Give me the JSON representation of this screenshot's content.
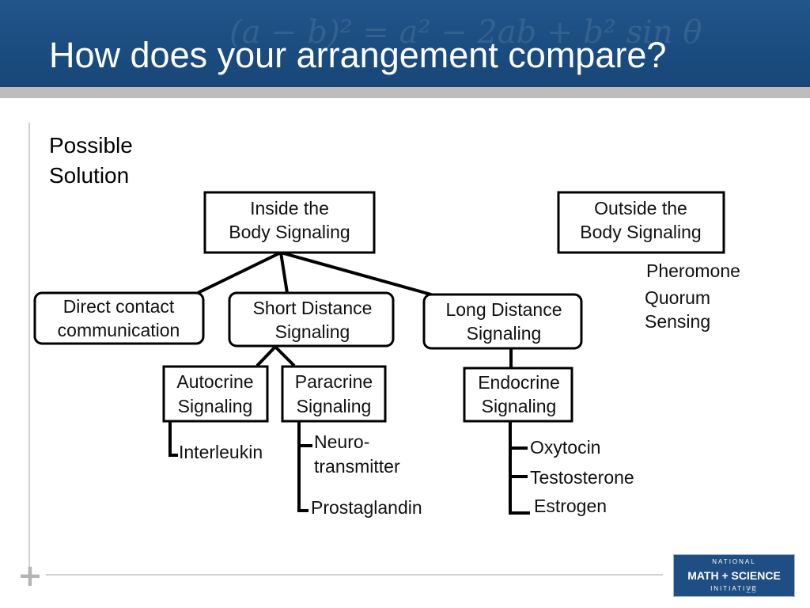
{
  "slide": {
    "title": "How does your arrangement compare?",
    "subtitle_lines": [
      "Possible",
      "Solution"
    ],
    "background_equation": "(a − b)² = a² − 2ab + b²   sin θ",
    "slide_number": "23"
  },
  "colors": {
    "header_bg": "#1b4c80",
    "header_rule": "#bdbdbd",
    "text": "#111111"
  },
  "diagram": {
    "inside": [
      "Inside the",
      "Body Signaling"
    ],
    "outside": [
      "Outside the",
      "Body Signaling"
    ],
    "outside_items": [
      "Pheromone",
      "Quorum",
      "Sensing"
    ],
    "direct": [
      "Direct contact",
      "communication"
    ],
    "short": [
      "Short Distance",
      "Signaling"
    ],
    "long": [
      "Long Distance",
      "Signaling"
    ],
    "autocrine": [
      "Autocrine",
      "Signaling"
    ],
    "paracrine": [
      "Paracrine",
      "Signaling"
    ],
    "endocrine": [
      "Endocrine",
      "Signaling"
    ],
    "autocrine_items": [
      "Interleukin"
    ],
    "paracrine_items": [
      "Neuro-",
      "transmitter",
      "Prostaglandin"
    ],
    "endocrine_items": [
      "Oxytocin",
      "Testosterone",
      "Estrogen"
    ]
  },
  "logo": {
    "top": "NATIONAL",
    "main": "MATH + SCIENCE",
    "bottom": "INITIATIVE"
  }
}
